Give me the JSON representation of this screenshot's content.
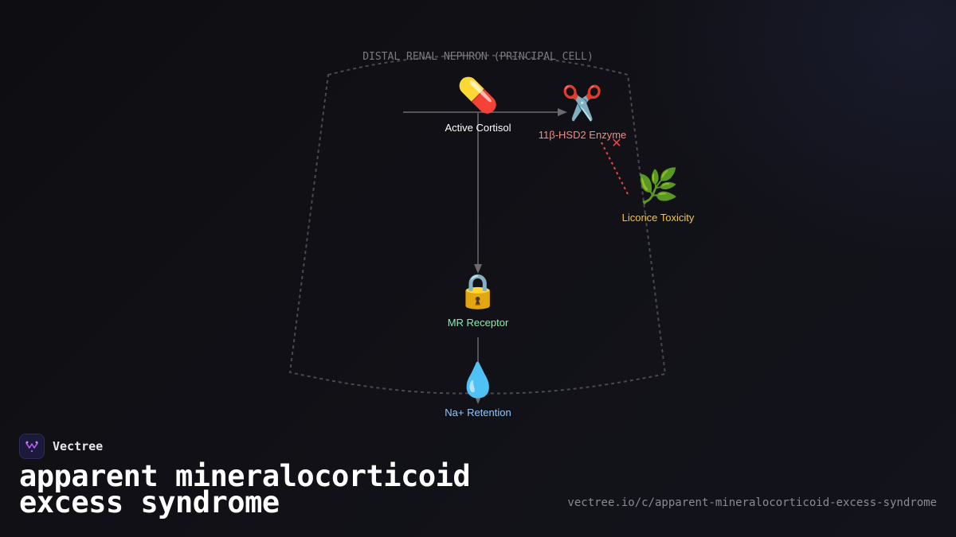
{
  "diagram": {
    "region_label": "DISTAL RENAL NEPHRON (PRINCIPAL CELL)",
    "nodes": {
      "cortisol": {
        "icon": "pill-icon",
        "glyph": "💊",
        "label": "Active Cortisol",
        "color": "#ffffff"
      },
      "enzyme": {
        "icon": "scissors-icon",
        "glyph": "✂️",
        "label": "11β-HSD2 Enzyme",
        "color": "#f28b82"
      },
      "licorice": {
        "icon": "herb-icon",
        "glyph": "🌿",
        "label": "Licorice Toxicity",
        "color": "#f5c542"
      },
      "receptor": {
        "icon": "lock-icon",
        "glyph": "🔒",
        "label": "MR Receptor",
        "color": "#86efac"
      },
      "sodium": {
        "icon": "droplet-icon",
        "glyph": "💧",
        "label": "Na+ Retention",
        "color": "#93c5fd"
      }
    },
    "inhibition_mark": "✕",
    "inhibition_color": "#ef4444"
  },
  "brand": {
    "name": "Vectree",
    "logo_icon": "vectree-logo-icon",
    "accent": "#b15be8"
  },
  "title": "apparent mineralocorticoid excess syndrome",
  "url": "vectree.io/c/apparent-mineralocorticoid-excess-syndrome"
}
